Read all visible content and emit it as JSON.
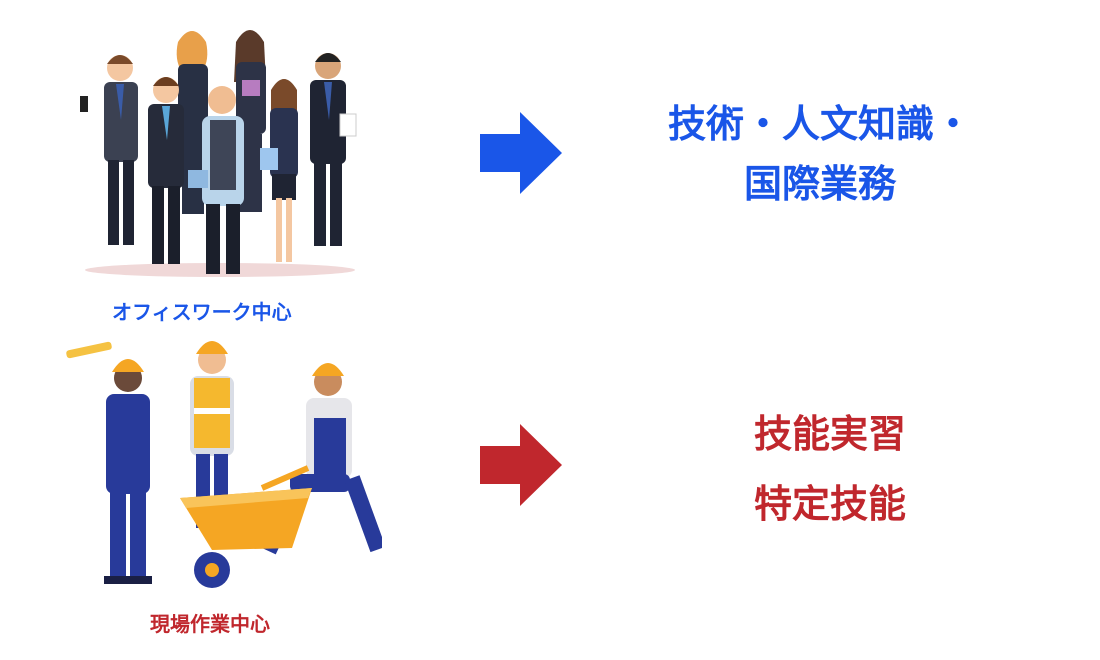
{
  "colors": {
    "blue": "#1a56e8",
    "red": "#c0272d"
  },
  "office": {
    "caption": "オフィスワーク中心",
    "result_lines": [
      "技術・人文知識・",
      "国際業務"
    ]
  },
  "site": {
    "caption": "現場作業中心",
    "result_lines": [
      "技能実習",
      "特定技能"
    ]
  }
}
